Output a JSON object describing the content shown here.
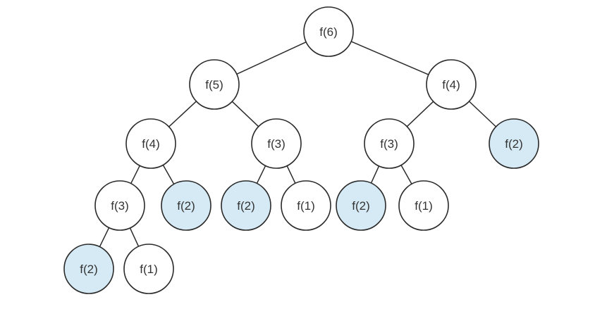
{
  "diagram": {
    "type": "recursion-tree",
    "colors": {
      "normal_fill": "#ffffff",
      "repeated_fill": "#d6eaf5",
      "stroke": "#2b2b2b",
      "text": "#333333"
    },
    "nodes": [
      {
        "id": "n1",
        "label": "f(6)",
        "highlighted": false
      },
      {
        "id": "n2",
        "label": "f(5)",
        "highlighted": false
      },
      {
        "id": "n3",
        "label": "f(4)",
        "highlighted": false
      },
      {
        "id": "n4",
        "label": "f(4)",
        "highlighted": false
      },
      {
        "id": "n5",
        "label": "f(3)",
        "highlighted": false
      },
      {
        "id": "n6",
        "label": "f(3)",
        "highlighted": false
      },
      {
        "id": "n7",
        "label": "f(2)",
        "highlighted": true
      },
      {
        "id": "n8",
        "label": "f(3)",
        "highlighted": false
      },
      {
        "id": "n9",
        "label": "f(2)",
        "highlighted": true
      },
      {
        "id": "n10",
        "label": "f(2)",
        "highlighted": true
      },
      {
        "id": "n11",
        "label": "f(1)",
        "highlighted": false
      },
      {
        "id": "n12",
        "label": "f(2)",
        "highlighted": true
      },
      {
        "id": "n13",
        "label": "f(1)",
        "highlighted": false
      },
      {
        "id": "n14",
        "label": "f(2)",
        "highlighted": true
      },
      {
        "id": "n15",
        "label": "f(1)",
        "highlighted": false
      }
    ],
    "edges": [
      [
        "n1",
        "n2"
      ],
      [
        "n1",
        "n3"
      ],
      [
        "n2",
        "n4"
      ],
      [
        "n2",
        "n5"
      ],
      [
        "n3",
        "n6"
      ],
      [
        "n3",
        "n7"
      ],
      [
        "n4",
        "n8"
      ],
      [
        "n4",
        "n9"
      ],
      [
        "n5",
        "n10"
      ],
      [
        "n5",
        "n11"
      ],
      [
        "n6",
        "n12"
      ],
      [
        "n6",
        "n13"
      ],
      [
        "n8",
        "n14"
      ],
      [
        "n8",
        "n15"
      ]
    ]
  }
}
